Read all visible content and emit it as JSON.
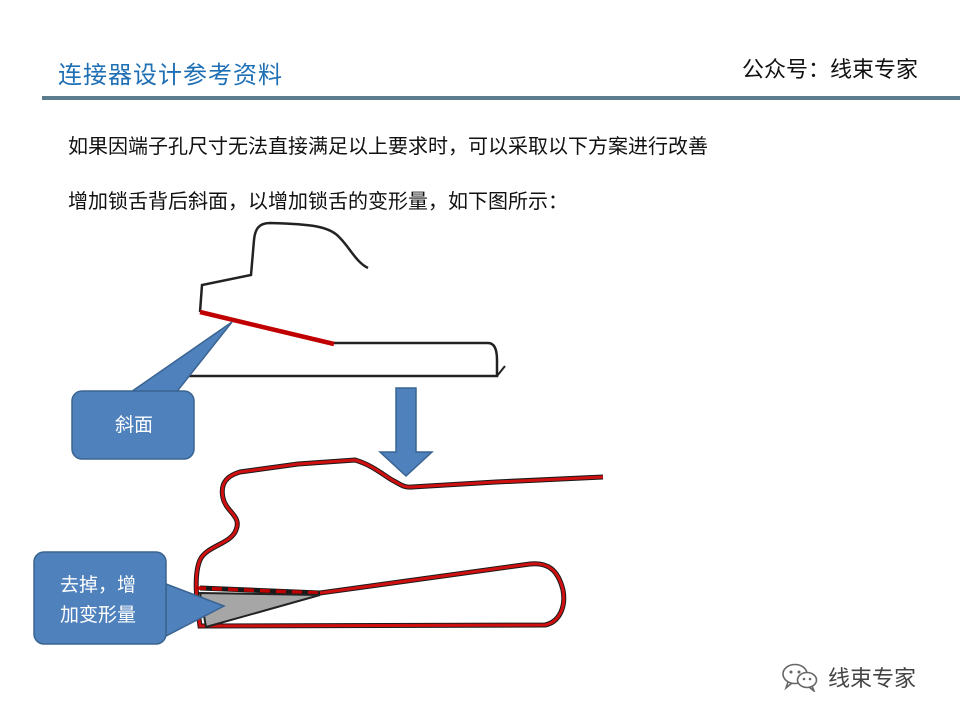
{
  "header": {
    "title": "连接器设计参考资料",
    "account": "公众号：线束专家"
  },
  "body": {
    "line1": "如果因端子孔尺寸无法直接满足以上要求时，可以采取以下方案进行改善",
    "line2": "增加锁舌背后斜面，以增加锁舌的变形量，如下图所示："
  },
  "callouts": {
    "slope": "斜面",
    "remove_line1": "去掉，增",
    "remove_line2": "加变形量"
  },
  "watermark": {
    "text": "线束专家",
    "icon": "wechat-icon"
  },
  "colors": {
    "title_blue": "#1f6fb5",
    "rule": "#5b7d8e",
    "callout_fill": "#4f81bd",
    "callout_stroke": "#3a6491",
    "highlight_red": "#c00000",
    "arrow_fill": "#4f81bd"
  }
}
